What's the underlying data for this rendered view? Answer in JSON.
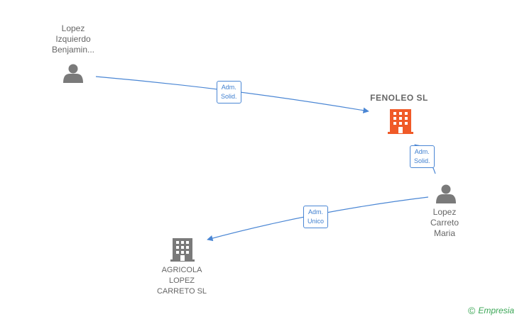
{
  "nodes": {
    "lopez_izquierdo": {
      "label_lines": [
        "Lopez",
        "Izquierdo",
        "Benjamin..."
      ],
      "kind": "person"
    },
    "fenoleo": {
      "label": "FENOLEO  SL",
      "kind": "company",
      "focus": true
    },
    "lopez_carreto": {
      "label_lines": [
        "Lopez",
        "Carreto",
        "Maria"
      ],
      "kind": "person"
    },
    "agricola": {
      "label_lines": [
        "AGRICOLA",
        "LOPEZ",
        "CARRETO SL"
      ],
      "kind": "company"
    }
  },
  "edges": [
    {
      "from": "lopez_izquierdo",
      "to": "fenoleo",
      "label_lines": [
        "Adm.",
        "Solid."
      ]
    },
    {
      "from": "lopez_carreto",
      "to": "fenoleo",
      "label_lines": [
        "Adm.",
        "Solid."
      ]
    },
    {
      "from": "lopez_carreto",
      "to": "agricola",
      "label_lines": [
        "Adm.",
        "Unico"
      ]
    }
  ],
  "colors": {
    "edge": "#4a86d4",
    "person_icon": "#7a7a7a",
    "company_icon": "#7a7a7a",
    "focus_company_icon": "#f05a28",
    "watermark": "#3aa655"
  },
  "watermark": {
    "copyright_symbol": "©",
    "brand": "Empresia"
  }
}
